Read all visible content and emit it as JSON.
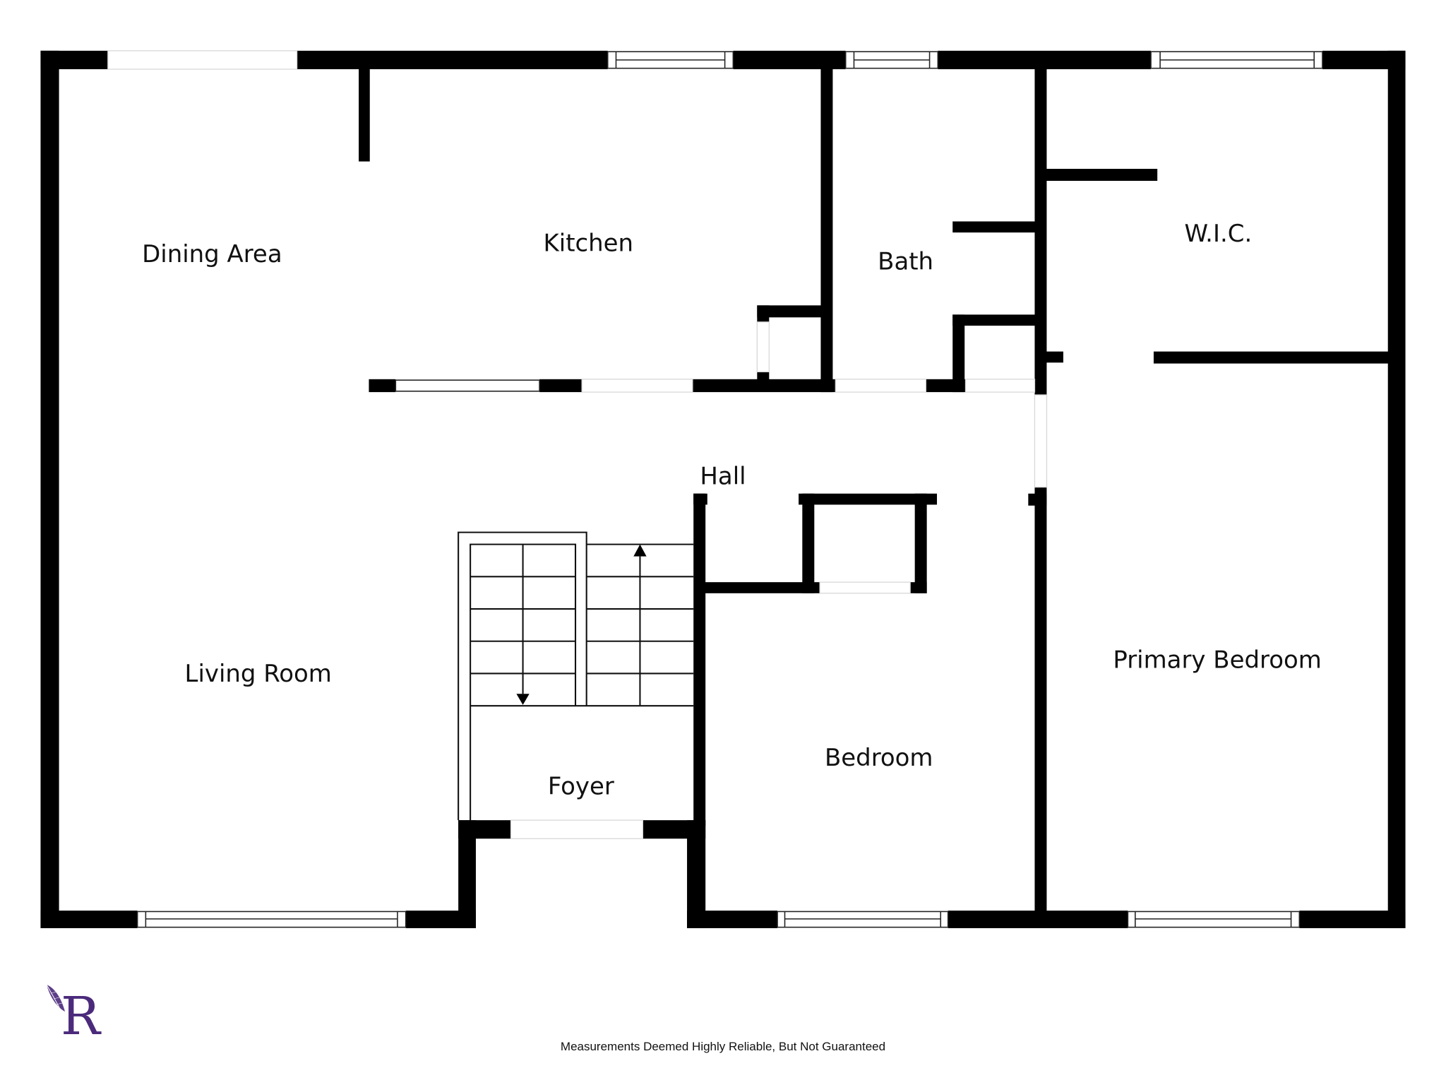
{
  "floorplan": {
    "rooms": {
      "dining_area": "Dining Area",
      "kitchen": "Kitchen",
      "bath": "Bath",
      "wic": "W.I.C.",
      "hall": "Hall",
      "living_room": "Living Room",
      "foyer": "Foyer",
      "bedroom": "Bedroom",
      "primary_bedroom": "Primary Bedroom"
    },
    "colors": {
      "wall": "#000000",
      "background": "#ffffff",
      "logo": "#4b2a7b"
    }
  },
  "logo": {
    "letter": "R",
    "icon": "feather-icon"
  },
  "footer": {
    "disclaimer": "Measurements Deemed Highly Reliable, But Not Guaranteed"
  }
}
